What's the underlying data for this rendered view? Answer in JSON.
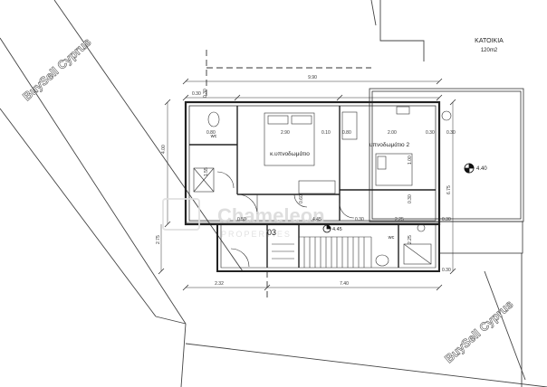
{
  "title": {
    "name": "ΚΑΤΟΙΚΙΑ",
    "area": "120m2"
  },
  "watermarks": {
    "top": "BuySell Cyprus",
    "bottom": "BuySell Cyprus",
    "center": "Chameleon",
    "center_sub": "PROPERTIES"
  },
  "rooms": {
    "bedroom_main": "κ.υπνοδωμάτιο",
    "bedroom_2": "υπνοδωμάτιο 2",
    "wc_left": "wc",
    "wc_right": "wc",
    "unit": "03"
  },
  "levels": {
    "roof": "4.40",
    "landing": "4.45"
  },
  "dimensions": {
    "top_total": "9.90",
    "top_a": "0.30",
    "top_b": "0.80",
    "top_c": "2.90",
    "top_d": "0.10",
    "top_e": "0.80",
    "top_f": "2.00",
    "top_g": "0.30",
    "left_total": "4.00",
    "left_lower": "2.75",
    "mid_a": "0.50",
    "mid_b": "4.45",
    "mid_c": "0.30",
    "mid_d": "2.25",
    "mid_e": "0.30",
    "bottom_a": "2.32",
    "bottom_b": "7.40",
    "right_total": "6.75",
    "right_a": "0.30",
    "right_b": "0.30",
    "v_a": "1.55",
    "v_b": "0.30",
    "v_c": "1.00",
    "v_d": "0.30",
    "v_e": "0.60",
    "v_f": "2.25"
  }
}
